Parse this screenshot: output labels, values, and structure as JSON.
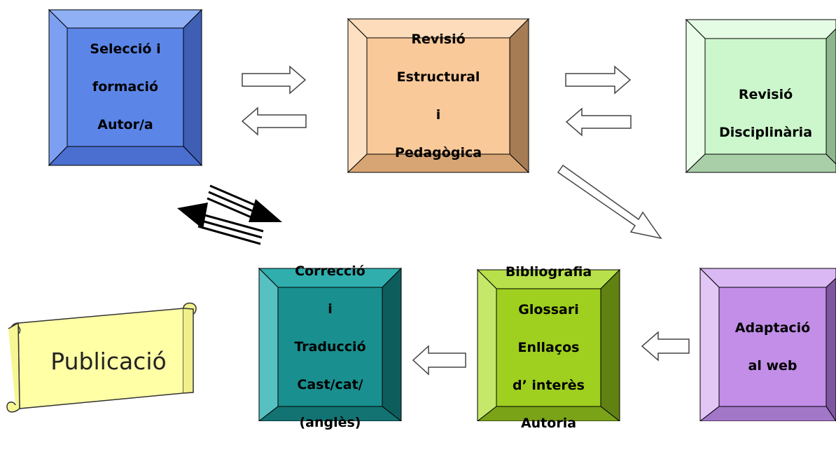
{
  "boxes": {
    "seleccio": {
      "lines": [
        "Selecció i",
        "formació",
        "Autor/a"
      ],
      "color": "#5b86e8"
    },
    "revisio_estructural": {
      "lines": [
        "Revisió",
        "Estructural",
        "i",
        "Pedagògica"
      ],
      "color": "#f9c999"
    },
    "revisio_disciplinaria": {
      "lines": [
        "Revisió",
        "Disciplinària"
      ],
      "color": "#ccf7cc"
    },
    "correccio": {
      "lines": [
        "Correcció",
        "i",
        "Traducció",
        "Cast/cat/",
        "(anglès)"
      ],
      "color": "#1a8f8f"
    },
    "bibliografia": {
      "lines": [
        "Bibliografia",
        "Glossari",
        "Enllaços",
        "d’ interès",
        "Autoria"
      ],
      "color": "#9fcf1f"
    },
    "adaptacio": {
      "lines": [
        "Adaptació",
        "al web"
      ],
      "color": "#c28ee8"
    }
  },
  "publicacio": {
    "label": "Publicació",
    "color": "#ffffa6"
  }
}
